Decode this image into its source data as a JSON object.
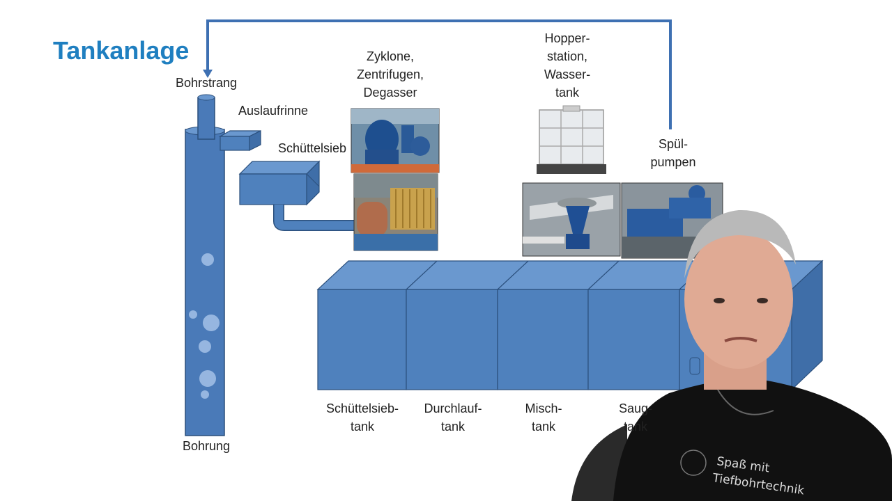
{
  "title": "Tankanlage",
  "labels": {
    "bohrstrang": "Bohrstrang",
    "auslaufrinne": "Auslaufrinne",
    "schuettelsieb": "Schüttelsieb",
    "zyklone": "Zyklone,\nZentrifugen,\nDegasser",
    "hopper": "Hopper-\nstation,\nWasser-\ntank",
    "spuelpumpen": "Spül-\npumpen",
    "bohrung": "Bohrung"
  },
  "tanks": [
    "Schüttelsieb-\ntank",
    "Durchlauf-\ntank",
    "Misch-\ntank",
    "Saug-\ntank"
  ],
  "shirt_text": [
    "Spaß mit",
    "Tiefbohrtechnik"
  ],
  "colors": {
    "title": "#1f7fc0",
    "pipe": "#4a7ab8",
    "tank_front": "#4f81bd",
    "tank_top": "#6a98cf",
    "tank_side": "#3f6ea8",
    "line": "#2b4f7c",
    "flow": "#3e70b2"
  }
}
